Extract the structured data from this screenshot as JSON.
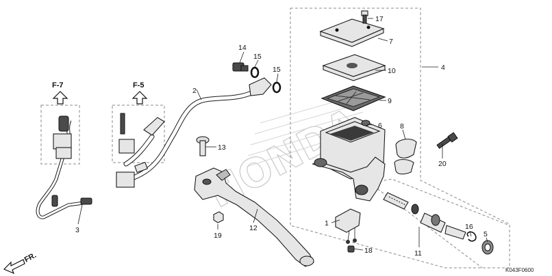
{
  "diagram": {
    "watermark_text": "HONDA",
    "diagram_code": "K043F0600",
    "direction_label": "FR.",
    "refs": [
      {
        "id": "ref-f7",
        "text": "F-7"
      },
      {
        "id": "ref-f5",
        "text": "F-5"
      }
    ],
    "callouts": [
      {
        "id": "c1",
        "text": "1"
      },
      {
        "id": "c2",
        "text": "2"
      },
      {
        "id": "c3",
        "text": "3"
      },
      {
        "id": "c4",
        "text": "4"
      },
      {
        "id": "c5",
        "text": "5"
      },
      {
        "id": "c6",
        "text": "6"
      },
      {
        "id": "c7",
        "text": "7"
      },
      {
        "id": "c8",
        "text": "8"
      },
      {
        "id": "c9",
        "text": "9"
      },
      {
        "id": "c10",
        "text": "10"
      },
      {
        "id": "c11",
        "text": "11"
      },
      {
        "id": "c12",
        "text": "12"
      },
      {
        "id": "c13",
        "text": "13"
      },
      {
        "id": "c14",
        "text": "14"
      },
      {
        "id": "c15a",
        "text": "15"
      },
      {
        "id": "c15b",
        "text": "15"
      },
      {
        "id": "c16",
        "text": "16"
      },
      {
        "id": "c17",
        "text": "17"
      },
      {
        "id": "c18",
        "text": "18"
      },
      {
        "id": "c19",
        "text": "19"
      },
      {
        "id": "c20",
        "text": "20"
      }
    ]
  }
}
